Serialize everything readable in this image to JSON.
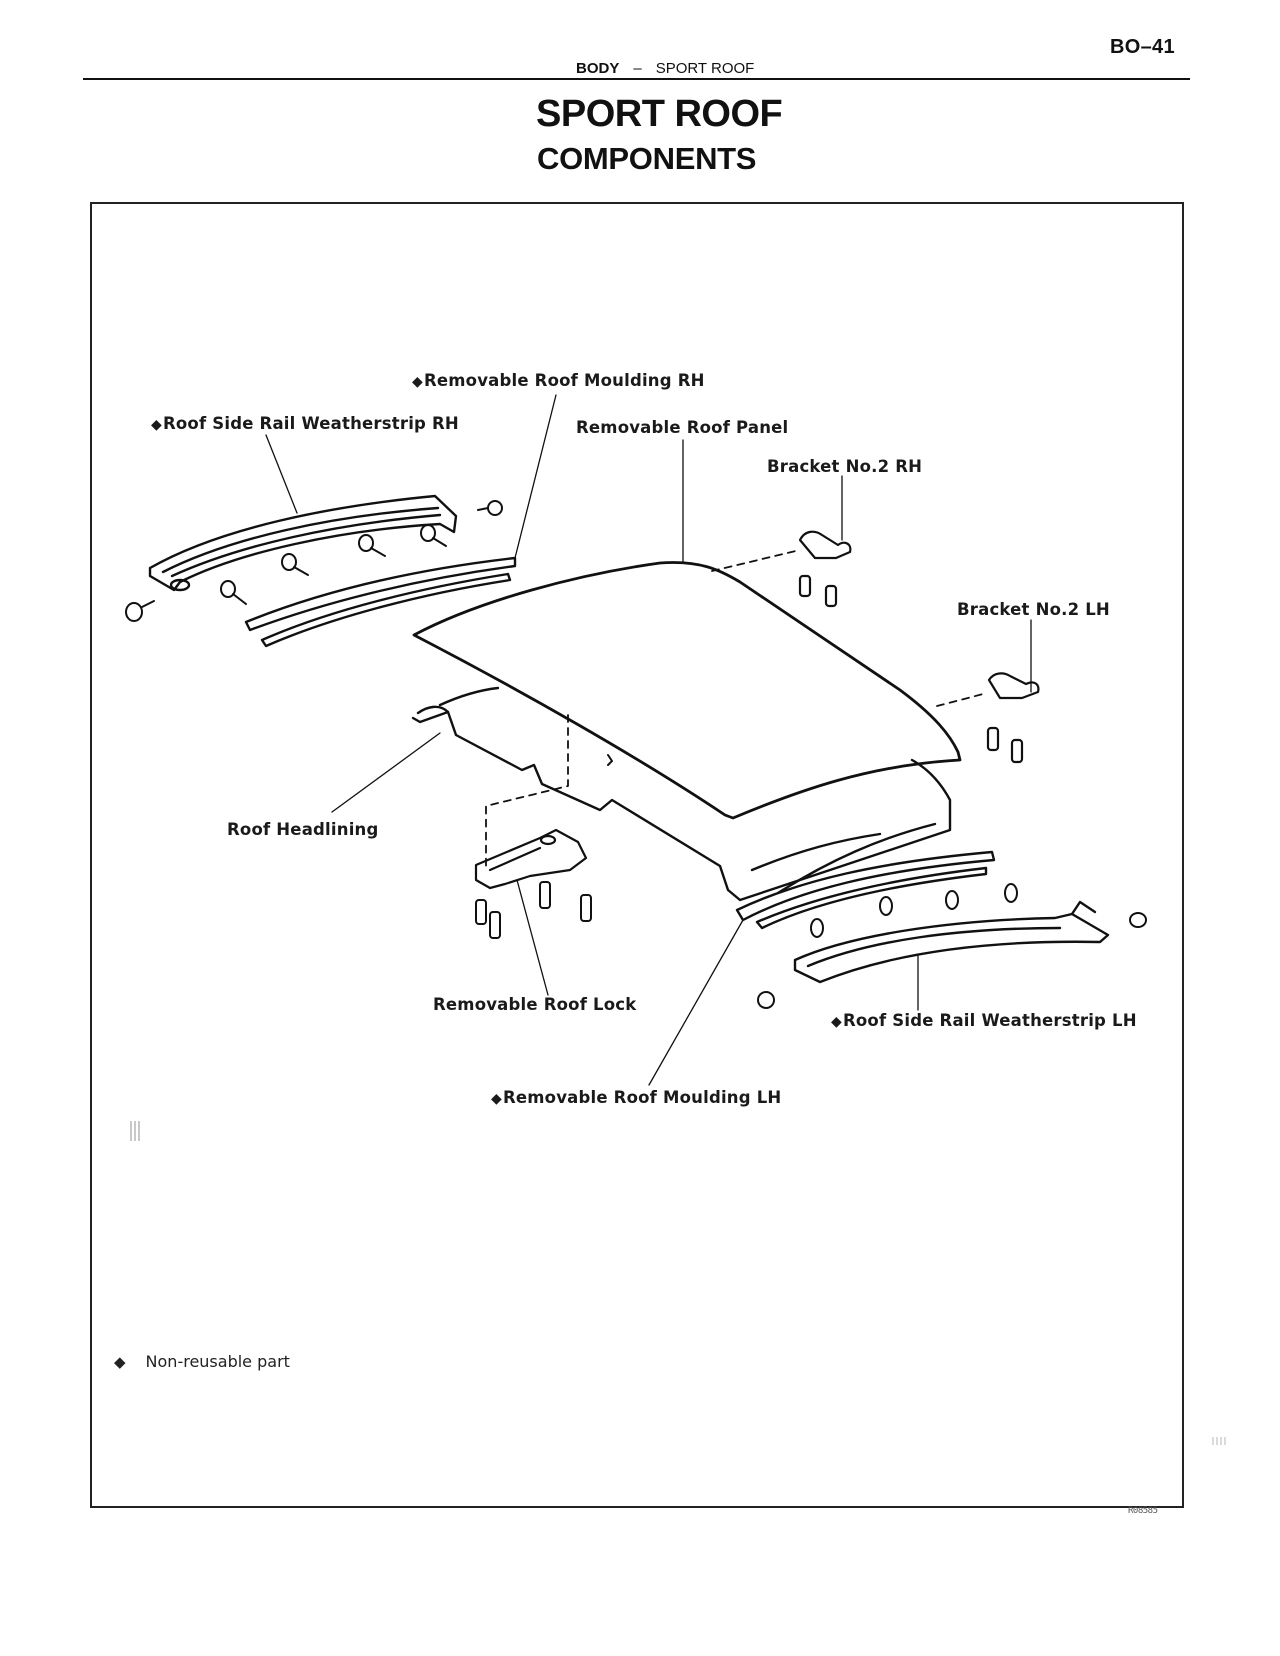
{
  "page": {
    "page_number": "BO–41",
    "section": "BODY",
    "separator": "–",
    "subsection": "SPORT ROOF",
    "title": "SPORT ROOF",
    "subtitle": "COMPONENTS"
  },
  "figure": {
    "labels": [
      {
        "id": "moulding-rh",
        "text": "Removable Roof Moulding RH",
        "non_reusable": true
      },
      {
        "id": "weatherstrip-rh",
        "text": "Roof Side Rail Weatherstrip RH",
        "non_reusable": true
      },
      {
        "id": "roof-panel",
        "text": "Removable Roof Panel",
        "non_reusable": false
      },
      {
        "id": "bracket-rh",
        "text": "Bracket No.2 RH",
        "non_reusable": false
      },
      {
        "id": "bracket-lh",
        "text": "Bracket No.2 LH",
        "non_reusable": false
      },
      {
        "id": "headlining",
        "text": "Roof Headlining",
        "non_reusable": false
      },
      {
        "id": "roof-lock",
        "text": "Removable Roof Lock",
        "non_reusable": false
      },
      {
        "id": "weatherstrip-lh",
        "text": "Roof Side Rail Weatherstrip LH",
        "non_reusable": true
      },
      {
        "id": "moulding-lh",
        "text": "Removable Roof Moulding LH",
        "non_reusable": true
      }
    ],
    "diamond_symbol": "◆",
    "legend": {
      "symbol": "◆",
      "text": "Non-reusable part"
    },
    "figure_code": "R08585"
  }
}
